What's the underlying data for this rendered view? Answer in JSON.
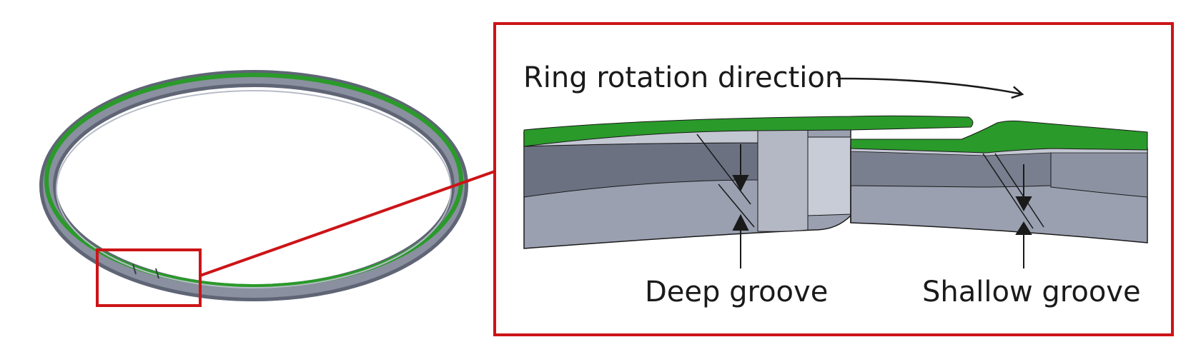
{
  "labels": {
    "rotation": "Ring rotation direction",
    "deep": "Deep groove",
    "shallow": "Shallow groove"
  },
  "colors": {
    "frame": "#cc1417",
    "green": "#2a9a2a",
    "ring_face": "#9aa0b0",
    "ring_dark": "#6c7182",
    "ring_light": "#c3c7d2",
    "ink": "#1a1a1a"
  }
}
